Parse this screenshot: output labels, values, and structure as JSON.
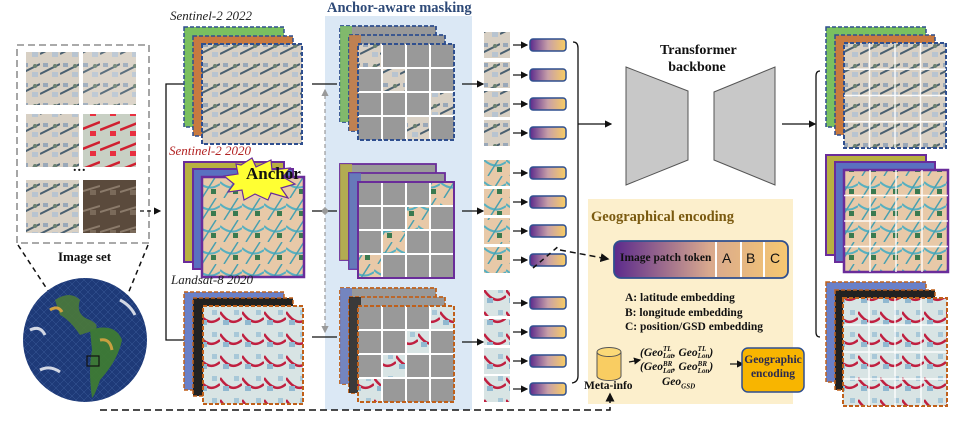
{
  "labels": {
    "image_set": "Image set",
    "sentinel_2022": "Sentinel-2 2022",
    "sentinel_2020": "Sentinel-2 2020",
    "landsat_2020": "Landsat-8 2020",
    "anchor": "Anchor",
    "ellipsis": "...",
    "anchor_masking": "Anchor-aware masking",
    "transformer_line1": "Transformer",
    "transformer_line2": "backbone",
    "geo_title": "Geographical encoding",
    "patch_token": "Image patch token",
    "slot_a": "A",
    "slot_b": "B",
    "slot_c": "C",
    "legend_a": "A: latitude embedding",
    "legend_b": "B: longitude embedding",
    "legend_c": "C: position/GSD embedding",
    "meta_info": "Meta-info",
    "geo_formula_1": "(GeoᵀᴸLat, GeoᵀᴸLon)",
    "geo_formula_2": "(GeoᴮᴿLat, GeoᴮᴿLon)",
    "geo_formula_3": "GeoGSD",
    "geo_encoding_line1": "Geographic",
    "geo_encoding_line2": "encoding"
  },
  "formula": {
    "tl": "TL",
    "br": "BR",
    "lat": "Lat",
    "lon": "Lon",
    "gsd": "GSD",
    "geo": "Geo"
  },
  "colors": {
    "sentinel2022_border": "#2f4f8f",
    "sentinel2020_border": "#6a2c9a",
    "landsat_border": "#c0601a",
    "masking_bg": "#dbe8f5",
    "masking_title": "#2e4a78",
    "geo_bg": "#fcefcc",
    "geo_title": "#7a5a10",
    "token_start": "#5b2a8c",
    "token_end": "#f9cd62",
    "geo_encoding_fill": "#f8b500",
    "anchor_star": "#ffff33",
    "transformer_fill": "#c8c8c8",
    "mask_gray": "#999999"
  }
}
